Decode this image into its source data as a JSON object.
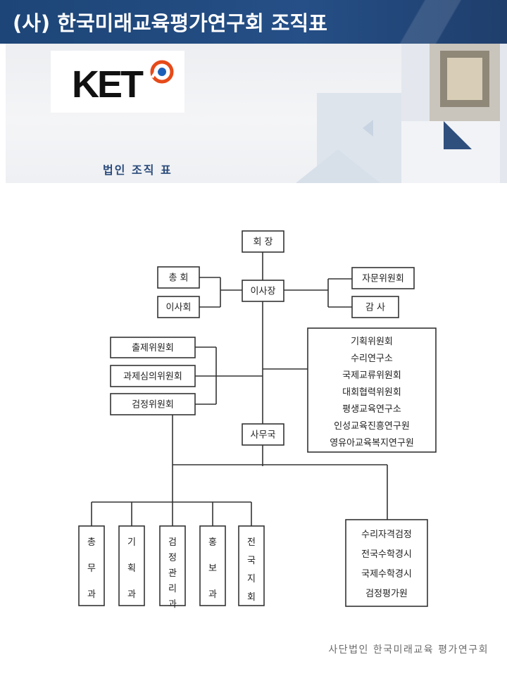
{
  "header": {
    "title": "(사) 한국미래교육평가연구회 조직표"
  },
  "banner": {
    "logo_text": "KET",
    "subtitle": "법인 조직 표"
  },
  "chart": {
    "top": "회 장",
    "left_committees": [
      "총 회",
      "이사회"
    ],
    "center": "이사장",
    "right_committees": [
      "자문위원회",
      "감 사"
    ],
    "left_groups": [
      "출제위원회",
      "과제심의위원회",
      "검정위원회"
    ],
    "institutes": [
      "기획위원회",
      "수리연구소",
      "국제교류위원회",
      "대회협력위원회",
      "평생교육연구소",
      "인성교육진흥연구원",
      "영유아교육복지연구원"
    ],
    "secretariat": "사무국",
    "departments": [
      {
        "label": [
          "총",
          "무",
          "과"
        ]
      },
      {
        "label": [
          "기",
          "획",
          "과"
        ]
      },
      {
        "label": [
          "검",
          "정",
          "관",
          "리",
          "과"
        ]
      },
      {
        "label": [
          "홍",
          "보",
          "과"
        ]
      },
      {
        "label": [
          "전",
          "국",
          "지",
          "회"
        ]
      }
    ],
    "programs": [
      "수리자격검정",
      "전국수학경시",
      "국제수학경시",
      "검정평가원"
    ]
  },
  "footer": {
    "text": "사단법인 한국미래교육 평가연구회"
  }
}
